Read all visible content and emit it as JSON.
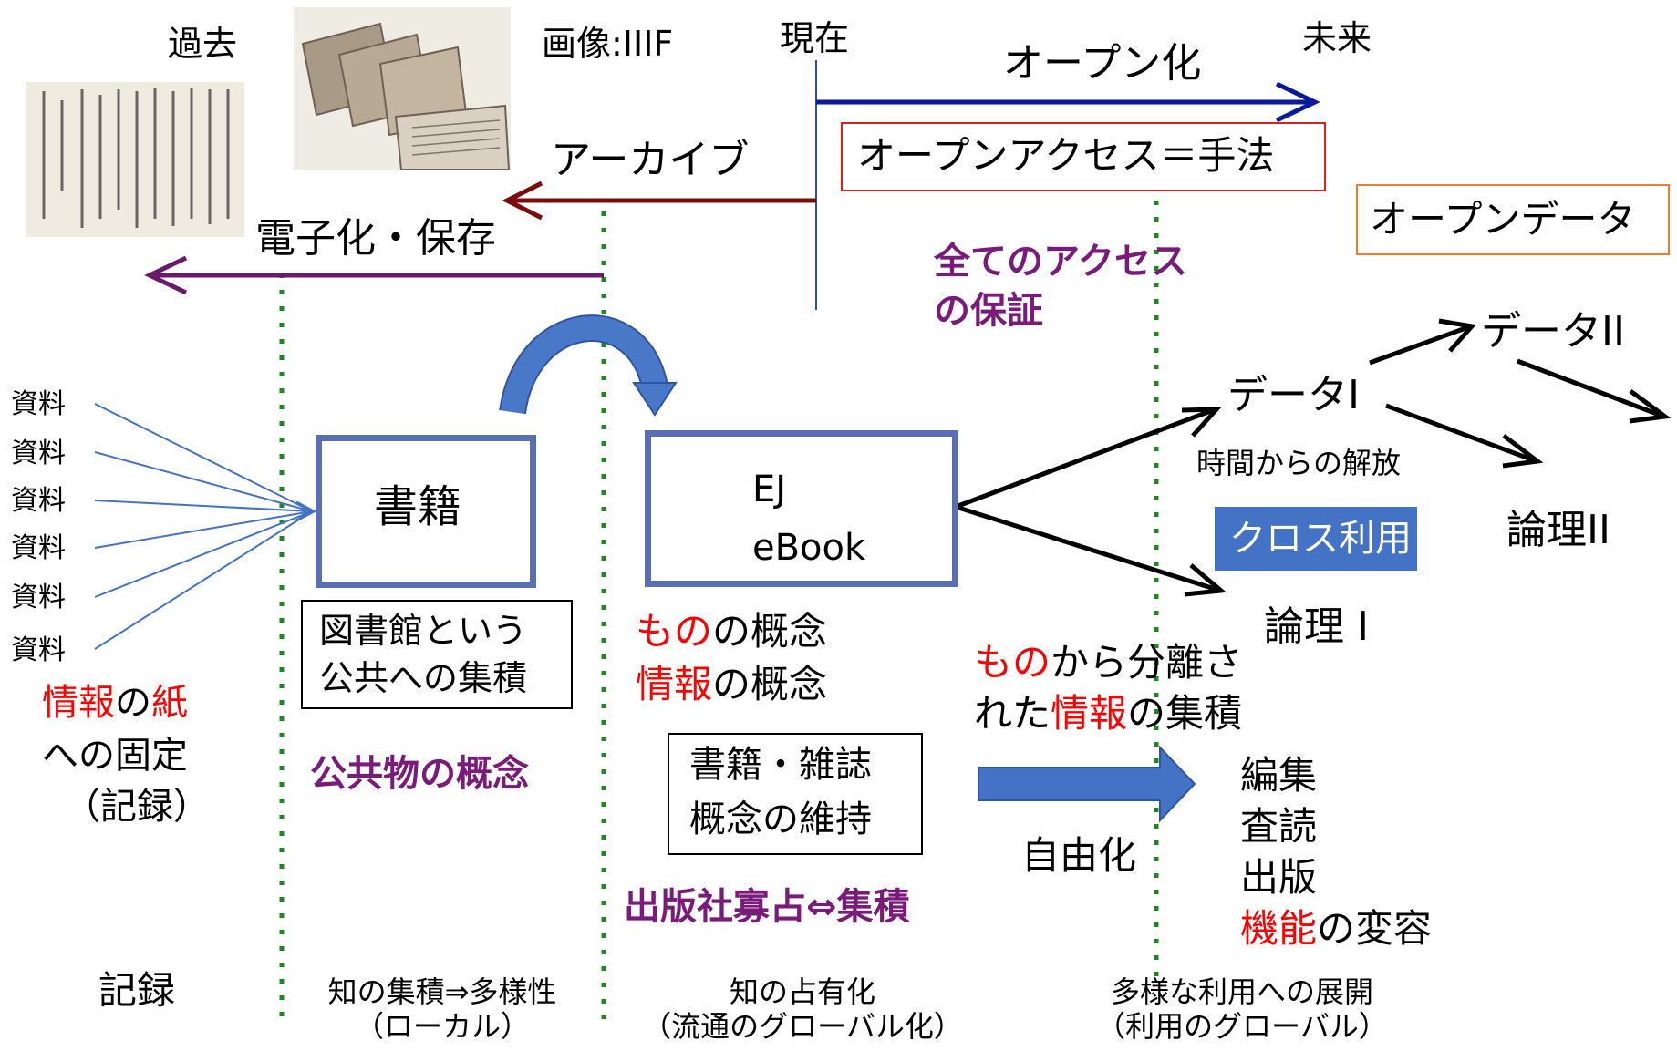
{
  "timeline": {
    "past": "過去",
    "image_label": "画像:IIIF",
    "present": "現在",
    "future": "未来",
    "open": "オープン化",
    "archive": "アーカイブ",
    "digitize": "電子化・保存",
    "open_access": "オープンアクセス＝手法",
    "open_data": "オープンデータ",
    "access_guarantee": [
      "全てのアクセス",
      "の保証"
    ]
  },
  "sources": {
    "items": [
      "資料",
      "資料",
      "資料",
      "資料",
      "資料",
      "資料"
    ],
    "fixation": {
      "line1": [
        {
          "text": "情報",
          "emph": true
        },
        {
          "text": "の",
          "emph": false
        },
        {
          "text": "紙",
          "emph": true
        }
      ],
      "line2": "への固定",
      "line3": "（記録）"
    }
  },
  "books": {
    "box_label": "書籍",
    "library_box": [
      "図書館という",
      "公共への集積"
    ],
    "public_concept": "公共物の概念"
  },
  "ej": {
    "box_line1": "EJ",
    "box_line2": "eBook",
    "concepts": [
      [
        {
          "text": "もの",
          "emph": true
        },
        {
          "text": "の概念",
          "emph": false
        }
      ],
      [
        {
          "text": "情報",
          "emph": true
        },
        {
          "text": "の概念",
          "emph": false
        }
      ]
    ],
    "maintain_box": [
      "書籍・雑誌",
      "概念の維持"
    ],
    "publisher": "出版社寡占⇔集積"
  },
  "future_side": {
    "data1": "データI",
    "data2": "データII",
    "logic1": "論理 I",
    "logic2": "論理II",
    "time_release": "時間からの解放",
    "cross_use": "クロス利用",
    "separated": [
      [
        {
          "text": "もの",
          "emph": true
        },
        {
          "text": "から分離さ",
          "emph": false
        }
      ],
      [
        {
          "text": "れた",
          "emph": false
        },
        {
          "text": "情報",
          "emph": true
        },
        {
          "text": "の集積",
          "emph": false
        }
      ]
    ],
    "liberalize": "自由化",
    "functions": [
      "編集",
      "査読",
      "出版"
    ],
    "functions_last": [
      {
        "text": "機能",
        "emph": true
      },
      {
        "text": "の変容",
        "emph": false
      }
    ]
  },
  "bottom": {
    "record": "記録",
    "stage1": [
      "知の集積⇒多様性",
      "（ローカル）"
    ],
    "stage2": [
      "知の占有化",
      "（流通のグローバル化）"
    ],
    "stage3": [
      "多様な利用への展開",
      "（利用のグローバル）"
    ]
  },
  "colors": {
    "navy_arrow": "#0a1a9a",
    "archive_arrow": "#7a0c0c",
    "digitize_arrow": "#6a1a6a",
    "purple_text": "#7a1a7a",
    "emphasis_red": "#ff0000",
    "dotted_green": "#1a8a1a",
    "box_blue": "#5a6eb4",
    "cross_fill": "#4472c4",
    "open_access_border": "#e02020",
    "open_data_border": "#ed7d31",
    "blue_arrow": "#4472c4"
  }
}
